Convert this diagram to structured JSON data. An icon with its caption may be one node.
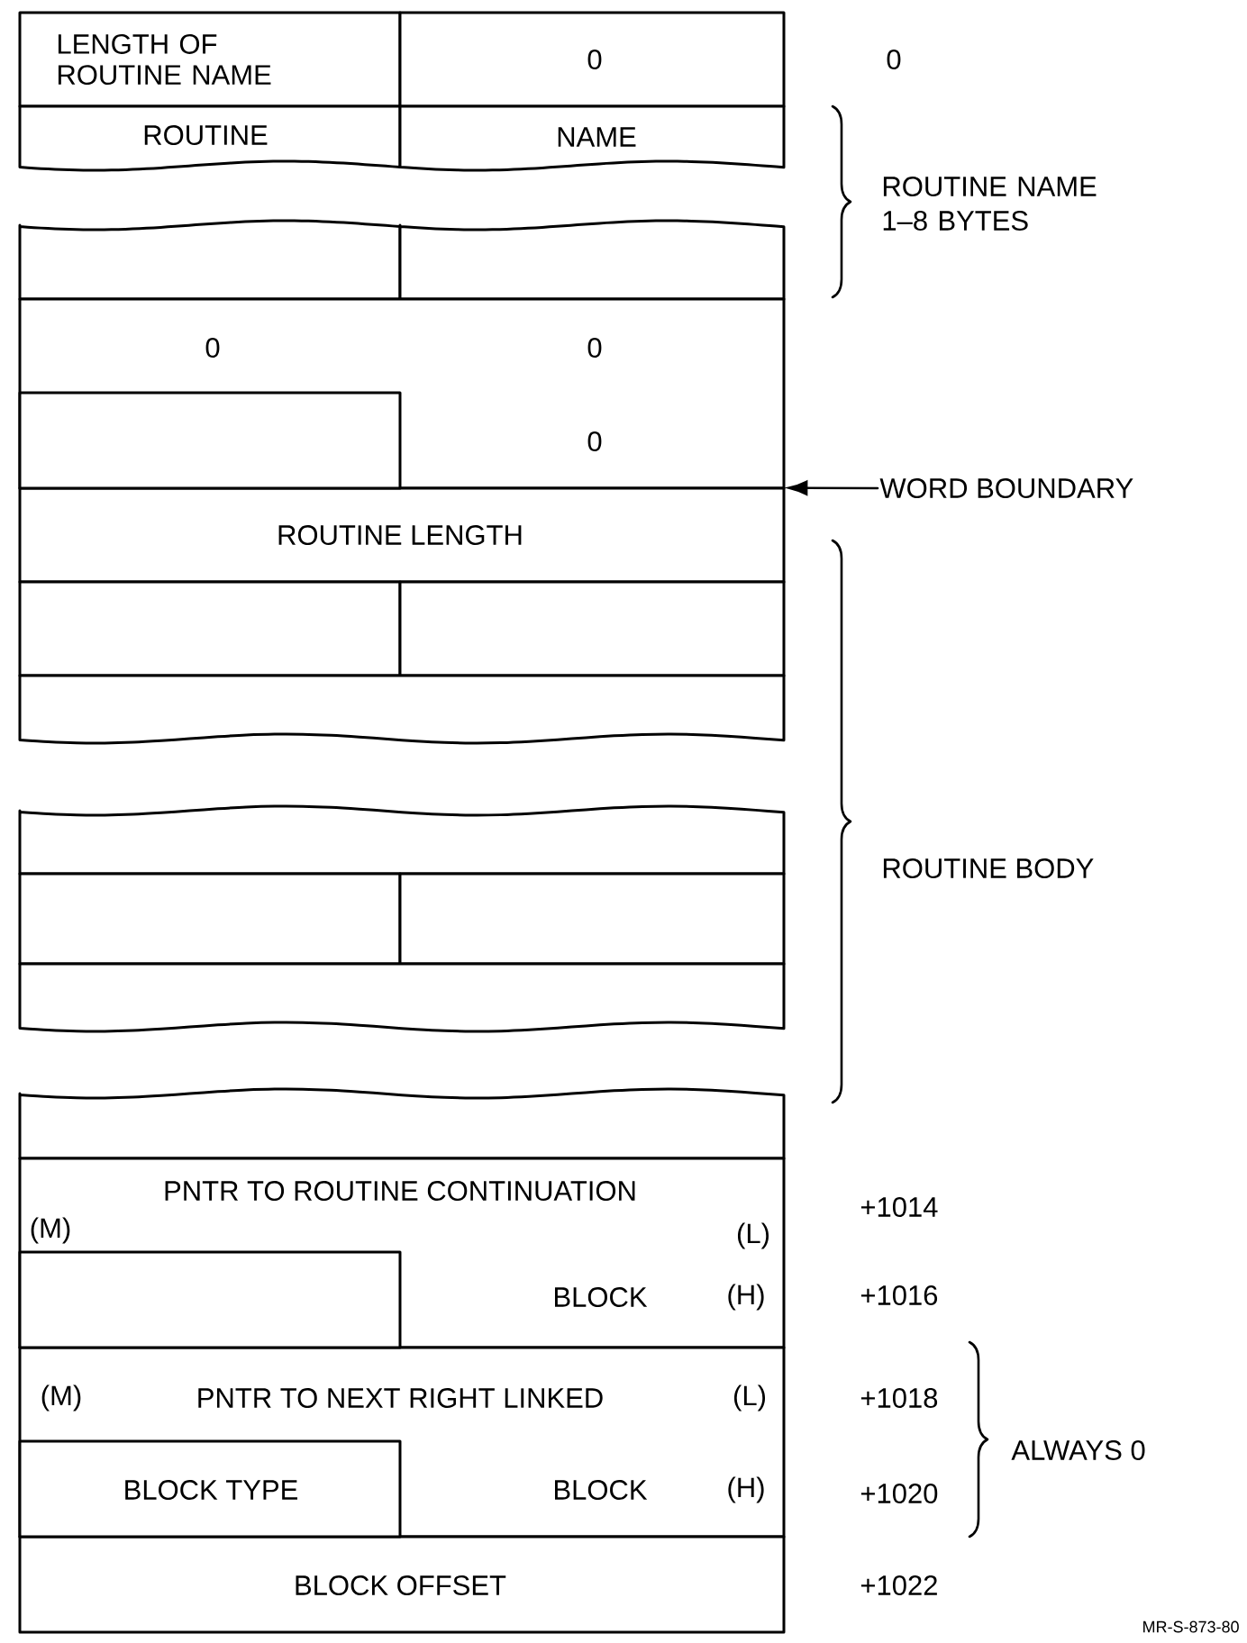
{
  "diagram": {
    "nodes": [
      {
        "text": [
          "LENGTH OF ROUTINE NAME"
        ]
      },
      {
        "text": [
          "0"
        ]
      },
      {
        "text": [
          "ROUTINE"
        ]
      },
      {
        "text": [
          "NAME"
        ]
      },
      {
        "text": [],
        "shape": "box"
      },
      {
        "text": [],
        "shape": "box"
      },
      {
        "text": [
          "0",
          "0",
          "0"
        ]
      },
      {
        "text": [],
        "shape": "box",
        "in": 6
      },
      {
        "text": [
          "ROUTINE LENGTH"
        ]
      },
      {
        "text": [],
        "shape": "box"
      },
      {
        "text": [],
        "shape": "box"
      },
      {
        "text": [],
        "shape": "box"
      },
      {
        "text": [],
        "shape": "box"
      },
      {
        "text": [],
        "shape": "box"
      },
      {
        "text": [],
        "shape": "box"
      },
      {
        "text": [],
        "shape": "box"
      },
      {
        "text": [],
        "shape": "box"
      },
      {
        "text": [
          "PNTR TO ROUTINE CONTINUATION",
          "(M)",
          "(L)",
          "BLOCK",
          "(H)"
        ]
      },
      {
        "text": [],
        "shape": "box",
        "in": 17
      },
      {
        "text": [
          "(M)",
          "PNTR TO NEXT RIGHT LINKED",
          "(L)",
          "BLOCK",
          "(H)"
        ]
      },
      {
        "text": [
          "BLOCK TYPE"
        ],
        "in": 19
      },
      {
        "text": [
          "BLOCK OFFSET"
        ]
      },
      {
        "text": [
          "WORD BOUNDARY"
        ]
      }
    ],
    "edges": [
      {
        "from": 22,
        "to": 8,
        "arrow": "to"
      }
    ],
    "labels": [
      "0",
      "ROUTINE NAME 1–8 BYTES",
      "ROUTINE BODY",
      "+1014",
      "+1016",
      "+1018",
      "ALWAYS 0",
      "+1020",
      "+1022",
      "MR-S-873-80"
    ]
  }
}
